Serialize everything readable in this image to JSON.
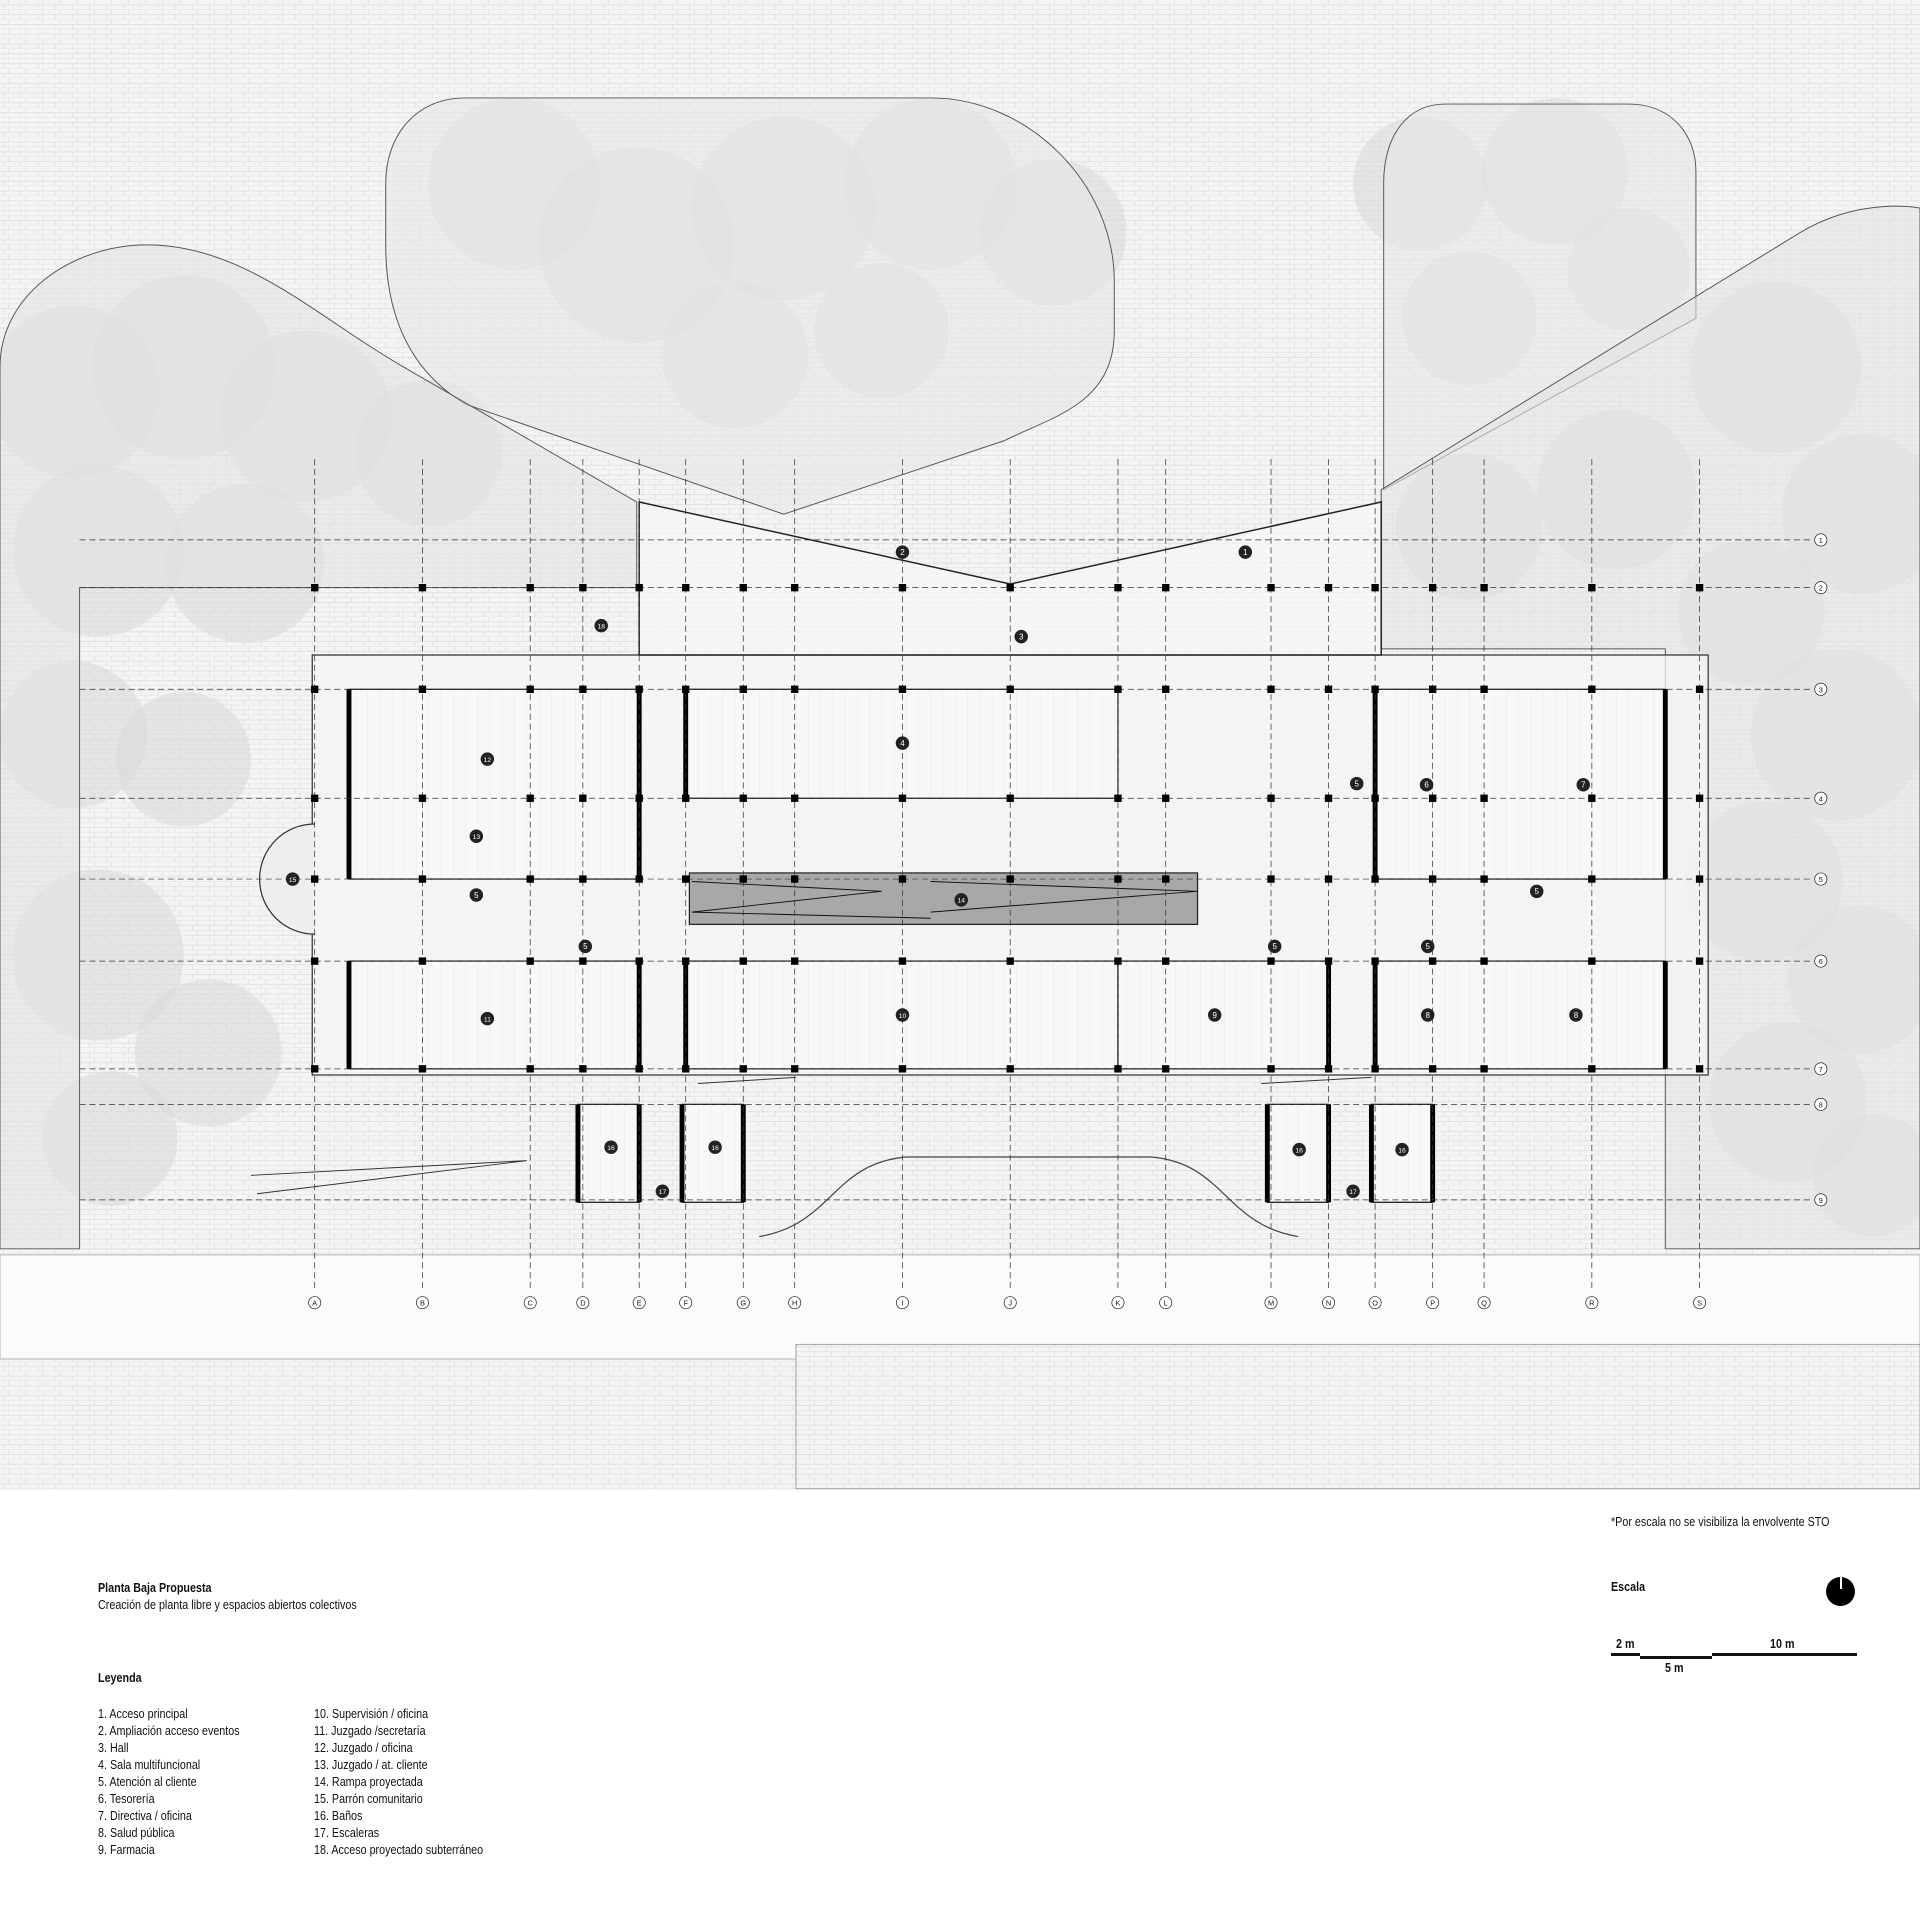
{
  "title": "Planta Baja Propuesta",
  "subtitle": "Creación de planta libre y espacios abiertos colectivos",
  "legend": {
    "heading": "Leyenda",
    "col1": [
      "1. Acceso principal",
      "2. Ampliación acceso eventos",
      "3. Hall",
      "4. Sala multifuncional",
      "5. Atención al cliente",
      "6. Tesorería",
      "7. Directiva / oficina",
      "8. Salud pública",
      "9. Farmacia"
    ],
    "col2": [
      "10. Supervisión / oficina",
      "11. Juzgado /secretaría",
      "12. Juzgado / oficina",
      "13. Juzgado / at. cliente",
      "14. Rampa proyectada",
      "15. Parrón comunitario",
      "16. Baños",
      "17. Escaleras",
      "18. Acceso proyectado subterráneo"
    ]
  },
  "note": "*Por escala no se visibiliza la envolvente STO",
  "scale": {
    "heading": "Escala",
    "label_2m": "2 m",
    "label_5m": "5 m",
    "label_10m": "10 m"
  },
  "north_icon": "north-arrow-icon",
  "plan": {
    "grid_columns": [
      "A",
      "B",
      "C",
      "D",
      "E",
      "F",
      "G",
      "H",
      "I",
      "J",
      "K",
      "L",
      "M",
      "N",
      "O",
      "P",
      "Q",
      "R",
      "S"
    ],
    "grid_rows": [
      "1",
      "2",
      "3",
      "4",
      "5",
      "6",
      "7",
      "8",
      "9"
    ],
    "room_markers": [
      "1",
      "2",
      "3",
      "4",
      "5",
      "5",
      "5",
      "5",
      "5",
      "5",
      "6",
      "7",
      "8",
      "8",
      "9",
      "10",
      "11",
      "12",
      "13",
      "14",
      "15",
      "16",
      "16",
      "16",
      "16",
      "17",
      "17",
      "18"
    ]
  },
  "colors": {
    "line": "#111111",
    "paving": "#ececec",
    "trees": "#d6d6d6",
    "ramp": "#9a9a9a"
  }
}
